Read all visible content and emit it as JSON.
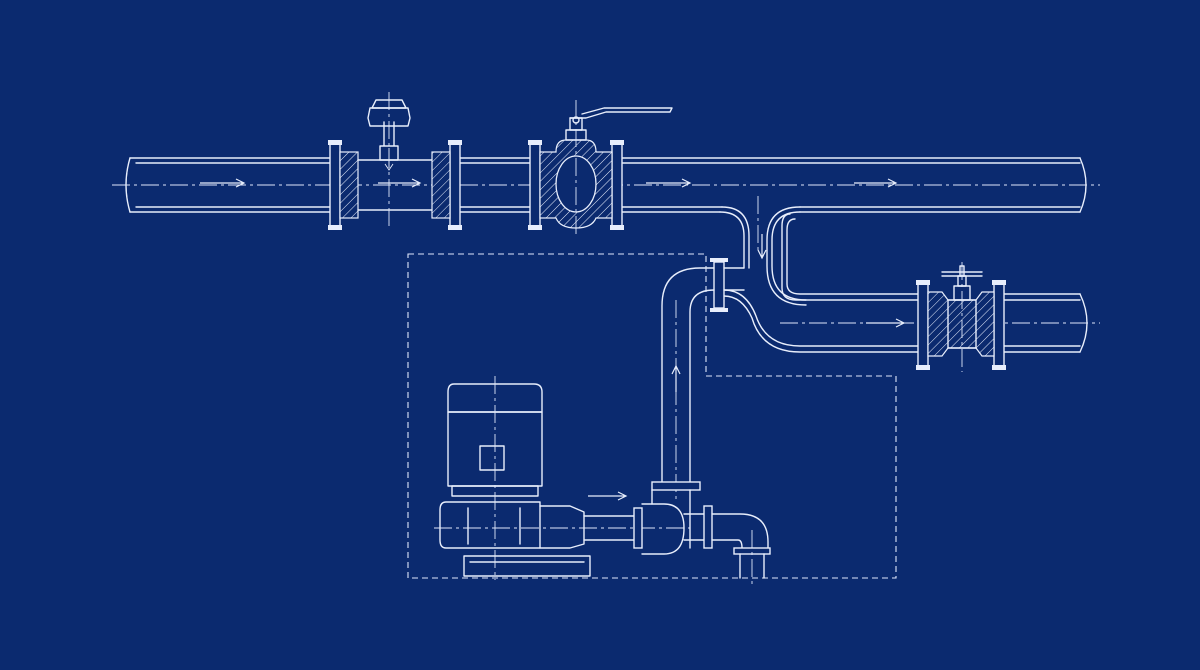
{
  "colors": {
    "background": "#0b2a6f",
    "line": "#e8eefc"
  },
  "components": [
    {
      "name": "main-pipeline",
      "kind": "pipe"
    },
    {
      "name": "flow-meter",
      "kind": "meter"
    },
    {
      "name": "ball-valve",
      "kind": "valve",
      "icon": "lever-handle-icon"
    },
    {
      "name": "bypass-line",
      "kind": "pipe"
    },
    {
      "name": "gate-valve",
      "kind": "valve",
      "icon": "handwheel-icon"
    },
    {
      "name": "pump-unit",
      "kind": "pump"
    },
    {
      "name": "pump-boundary",
      "kind": "dashed-enclosure"
    }
  ]
}
